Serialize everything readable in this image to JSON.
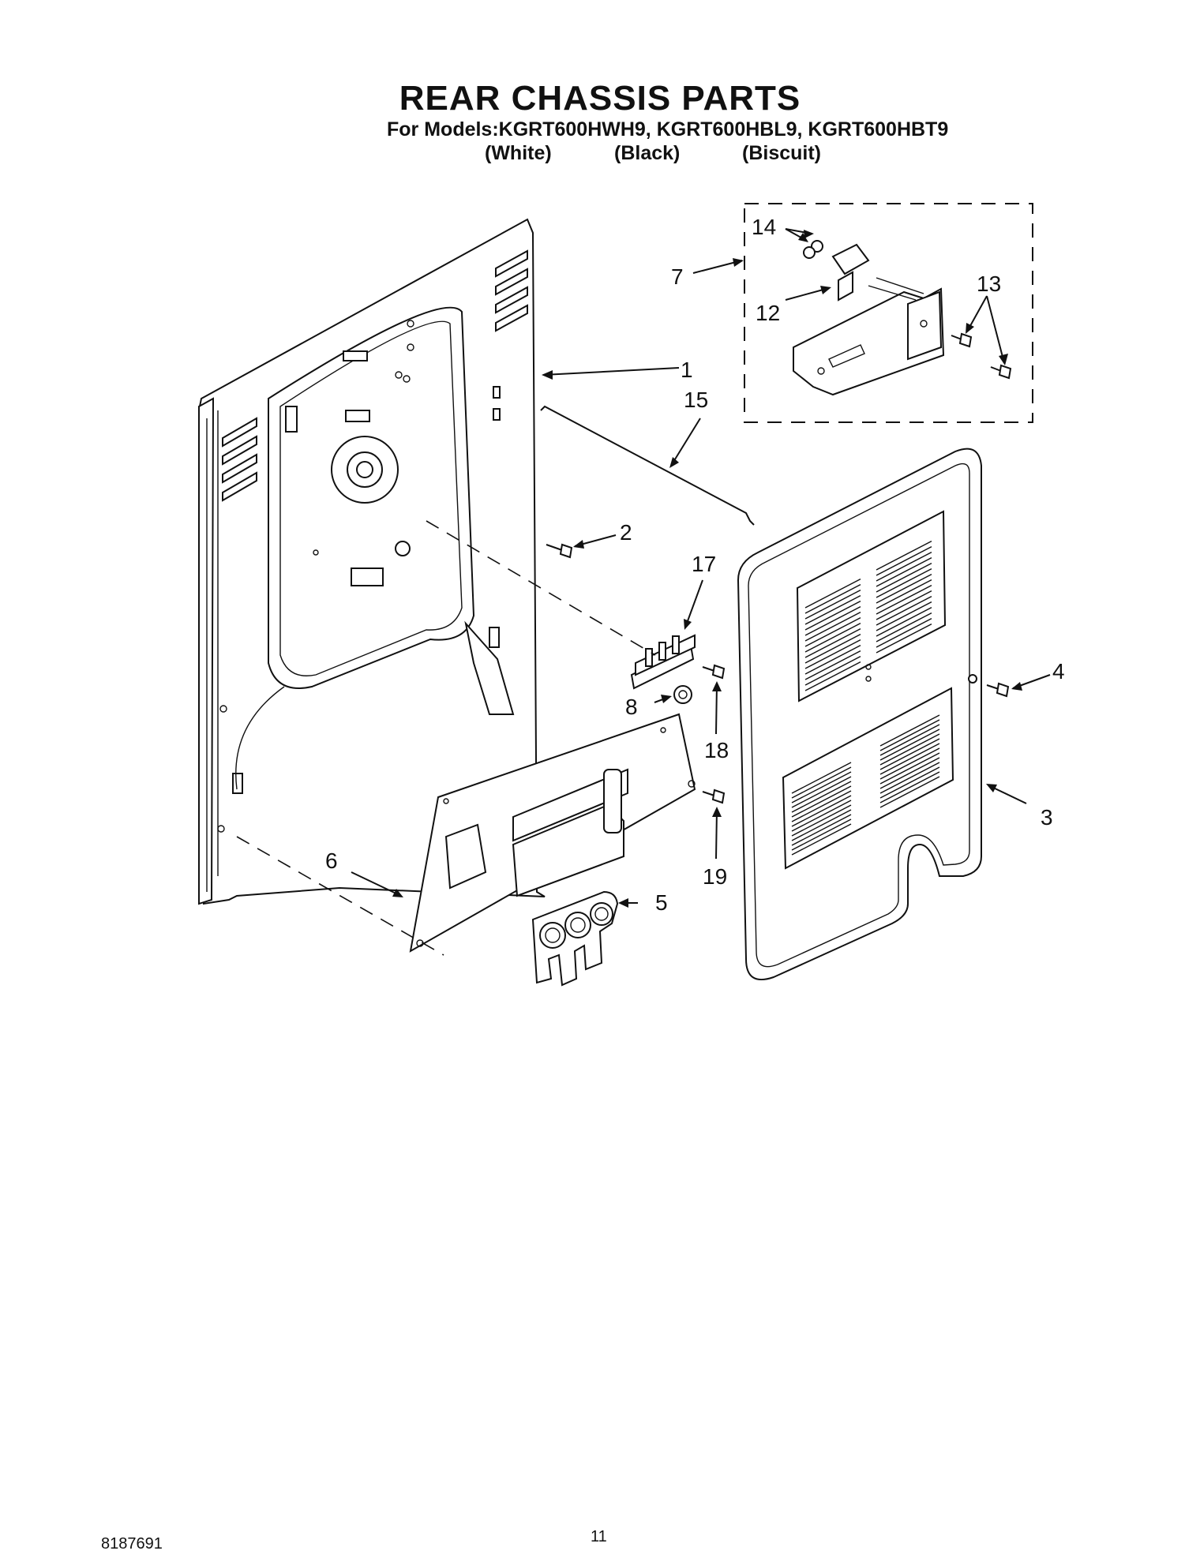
{
  "header": {
    "title": "REAR CHASSIS PARTS",
    "models_line": "For Models:KGRT600HWH9, KGRT600HBL9, KGRT600HBT9",
    "colors": [
      "(White)",
      "(Black)",
      "(Biscuit)"
    ]
  },
  "callouts": {
    "c1": "1",
    "c2": "2",
    "c3": "3",
    "c4": "4",
    "c5": "5",
    "c6": "6",
    "c7": "7",
    "c8": "8",
    "c12": "12",
    "c13": "13",
    "c14": "14",
    "c15": "15",
    "c17": "17",
    "c18": "18",
    "c19": "19"
  },
  "footer": {
    "doc_number": "8187691",
    "page_number": "11"
  }
}
